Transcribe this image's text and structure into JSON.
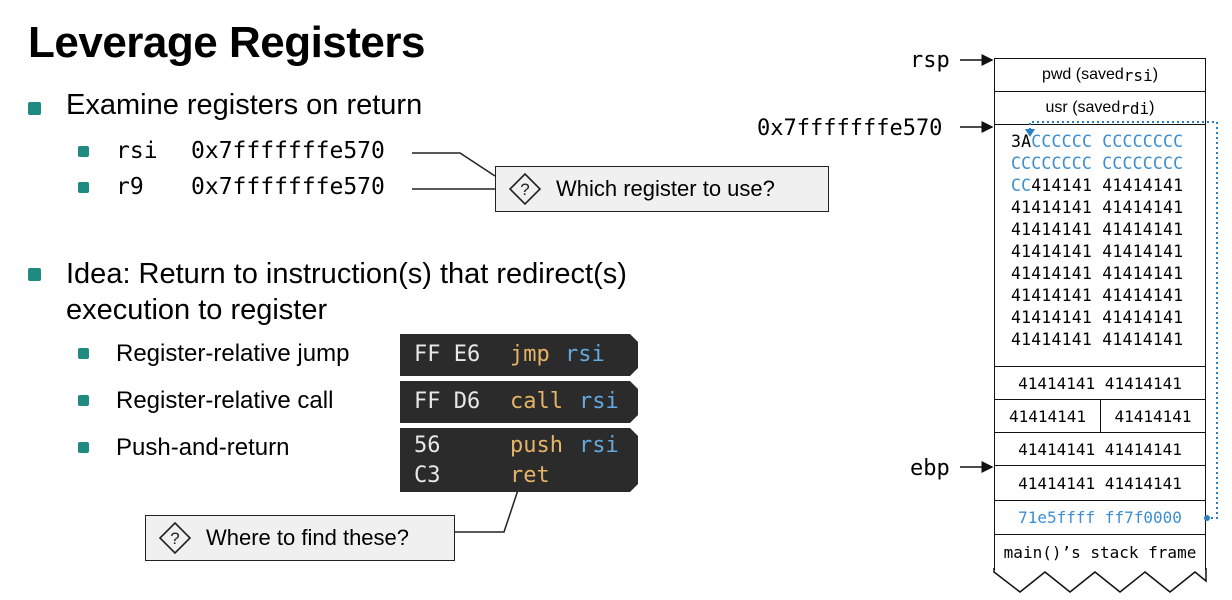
{
  "title": "Leverage Registers",
  "bullets": {
    "examine": "Examine registers on return",
    "registers": [
      {
        "name": "rsi",
        "value": "0x7fffffffe570"
      },
      {
        "name": "r9",
        "value": "0x7fffffffe570"
      }
    ],
    "which_callout": "Which register to use?",
    "idea_line1": "Idea: Return to instruction(s) that redirect(s)",
    "idea_line2": "execution to register",
    "techniques": [
      {
        "label": "Register-relative jump",
        "code": [
          {
            "bytes": "FF E6",
            "op": "jmp",
            "reg": "rsi"
          }
        ]
      },
      {
        "label": "Register-relative call",
        "code": [
          {
            "bytes": "FF D6",
            "op": "call",
            "reg": "rsi"
          }
        ]
      },
      {
        "label": "Push-and-return",
        "code": [
          {
            "bytes": "56",
            "op": "push",
            "reg": "rsi"
          },
          {
            "bytes": "C3",
            "op": "ret",
            "reg": ""
          }
        ]
      }
    ],
    "where_callout": "Where to find these?"
  },
  "stack": {
    "pointers": {
      "rsp": "rsp",
      "addr": "0x7fffffffe570",
      "ebp": "ebp"
    },
    "pwd_cell": {
      "pre": "pwd (saved ",
      "reg": "rsi",
      "post": ")"
    },
    "usr_cell": {
      "pre": "usr (saved ",
      "reg": "rdi",
      "post": ")"
    },
    "buffer_lines": [
      {
        "black": "3A",
        "blue": "CCCCCC CCCCCCCC",
        "rest": ""
      },
      {
        "black": "",
        "blue": "CCCCCCCC CCCCCCCC",
        "rest": ""
      },
      {
        "black": "",
        "blue": "CC",
        "rest": "414141 41414141"
      },
      {
        "black": "41414141 41414141",
        "blue": "",
        "rest": ""
      },
      {
        "black": "41414141 41414141",
        "blue": "",
        "rest": ""
      },
      {
        "black": "41414141 41414141",
        "blue": "",
        "rest": ""
      },
      {
        "black": "41414141 41414141",
        "blue": "",
        "rest": ""
      },
      {
        "black": "41414141 41414141",
        "blue": "",
        "rest": ""
      },
      {
        "black": "41414141 41414141",
        "blue": "",
        "rest": ""
      },
      {
        "black": "41414141 41414141",
        "blue": "",
        "rest": ""
      }
    ],
    "cells_below": [
      "41414141 41414141",
      "41414141 41414141"
    ],
    "split_cell": [
      "41414141",
      "41414141"
    ],
    "ret_cell": "71e5ffff ff7f0000",
    "frame_cell": "main()’s stack frame"
  },
  "colors": {
    "accent": "#1e8a80",
    "code_bg": "#2b2b2b",
    "opcode": "#e6b466",
    "register": "#64a8de",
    "stack_blue": "#3d8fd1"
  }
}
